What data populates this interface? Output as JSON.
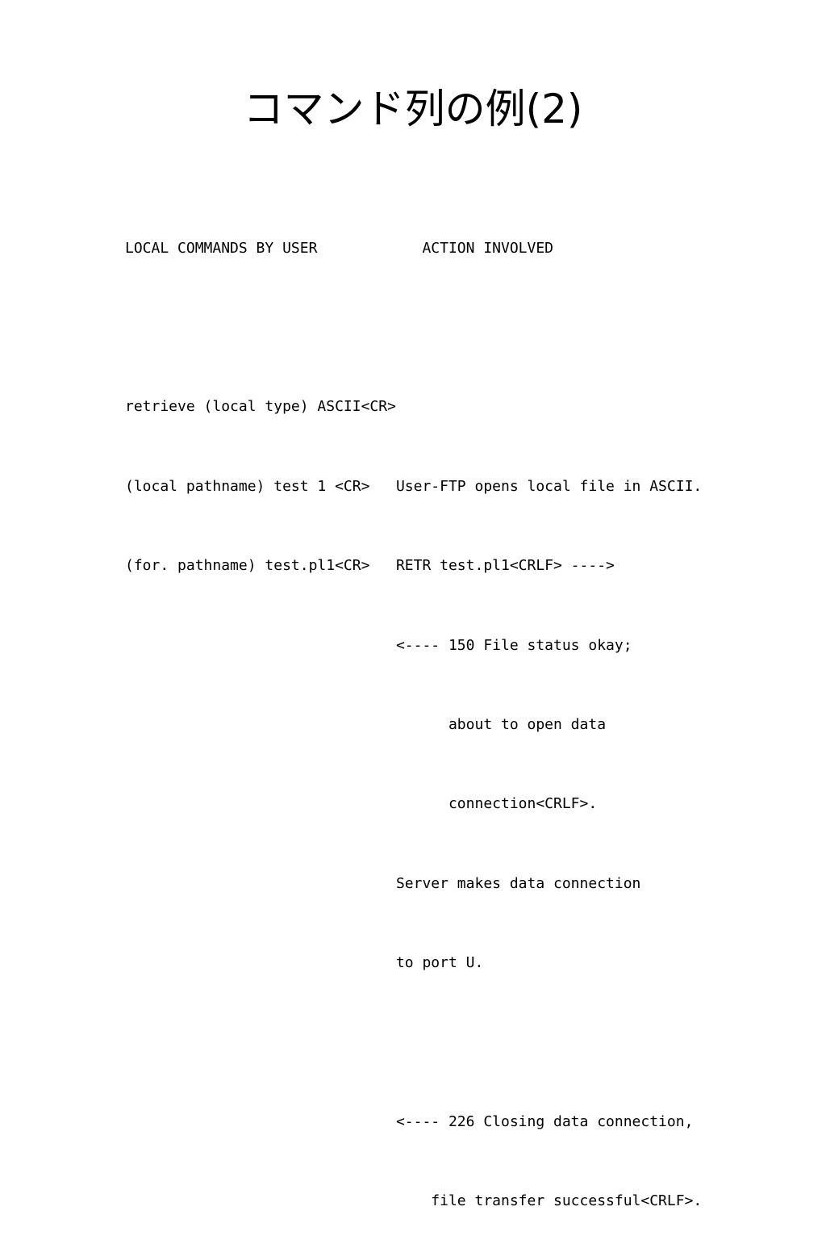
{
  "slide": {
    "title": "コマンド列の例(2)",
    "lines": [
      "LOCAL COMMANDS BY USER            ACTION INVOLVED",
      "",
      "retrieve (local type) ASCII<CR>",
      "(local pathname) test 1 <CR>   User-FTP opens local file in ASCII.",
      "(for. pathname) test.pl1<CR>   RETR test.pl1<CRLF> ---->",
      "                               <---- 150 File status okay;",
      "                                     about to open data",
      "                                     connection<CRLF>.",
      "                               Server makes data connection",
      "                               to port U.",
      "",
      "                               <---- 226 Closing data connection,",
      "                                   file transfer successful<CRLF>."
    ]
  }
}
